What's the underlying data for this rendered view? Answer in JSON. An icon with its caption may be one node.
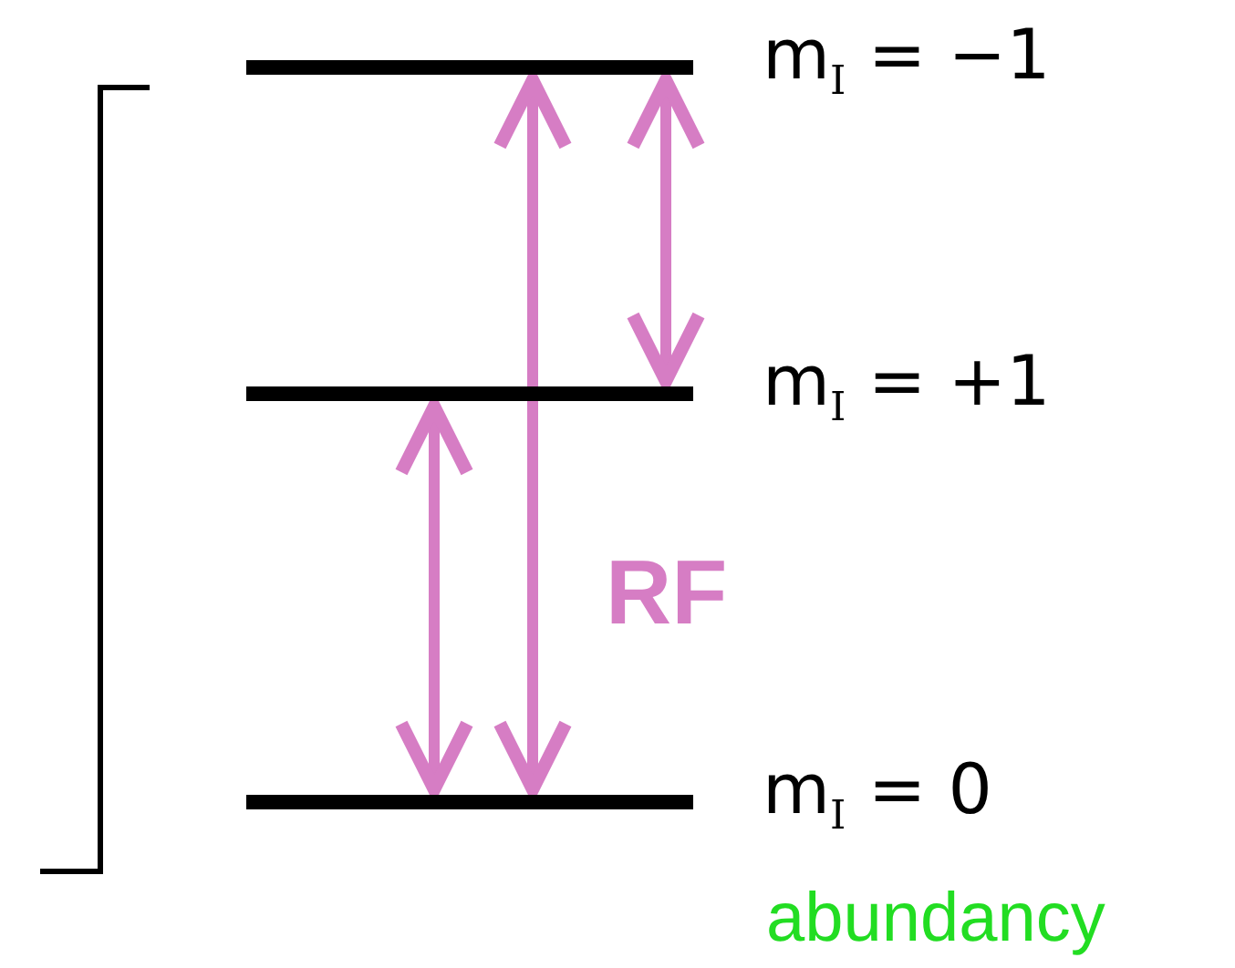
{
  "diagram": {
    "nodes": [
      {
        "text": [],
        "shape": "bar",
        "beside": [
          "m$_{I}$ = −1"
        ]
      },
      {
        "text": [],
        "shape": "bar",
        "beside": [
          "m$_{I}$ = +1"
        ]
      },
      {
        "text": [],
        "shape": "bar",
        "beside": [
          "m$_{I}$ = 0"
        ]
      }
    ],
    "edges": [
      {
        "from": 0,
        "to": 1,
        "arrow": "both"
      },
      {
        "from": 0,
        "to": 2,
        "arrow": "both"
      },
      {
        "from": 1,
        "to": 2,
        "arrow": "both"
      }
    ],
    "labels": [
      "RF",
      "abundancy"
    ]
  }
}
